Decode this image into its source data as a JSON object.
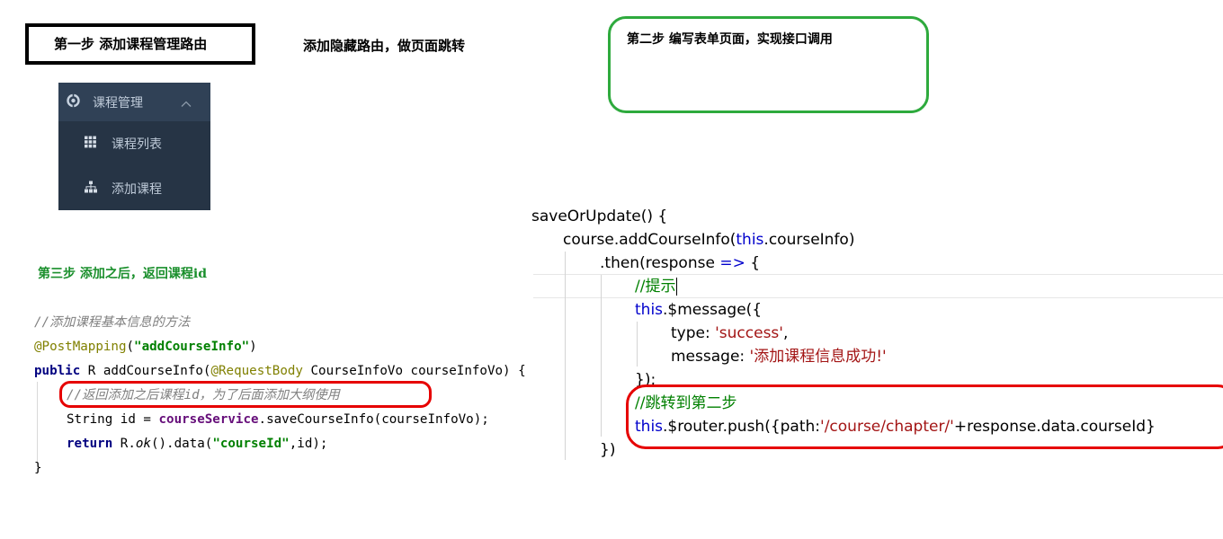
{
  "annotations": {
    "step1": "第一步 添加课程管理路由",
    "step1_note": "添加隐藏路由，做页面跳转",
    "step2": "第二步 编写表单页面，实现接口调用",
    "step3": "第三步 添加之后，返回课程id"
  },
  "menu": {
    "header": {
      "label": "课程管理",
      "icon": "course-nav-icon",
      "expand_icon": "chevron-up-icon"
    },
    "items": [
      {
        "label": "课程列表",
        "icon": "table-icon"
      },
      {
        "label": "添加课程",
        "icon": "tree-icon"
      }
    ],
    "colors": {
      "bg": "#263445",
      "header_bg": "#304156",
      "text": "#bfcbd9"
    }
  },
  "java_code": {
    "comment1": "//添加课程基本信息的方法",
    "annotation": "@PostMapping",
    "mapping_open": "(",
    "mapping_value": "\"addCourseInfo\"",
    "mapping_close": ")",
    "sig_kw": "public",
    "sig_mid": " R addCourseInfo(",
    "sig_anno": "@RequestBody",
    "sig_end": " CourseInfoVo courseInfoVo) {",
    "comment2": "//返回添加之后课程id，为了后面添加大纲使用",
    "line_a_pre": "String id = ",
    "line_a_field": "courseService",
    "line_a_post": ".saveCourseInfo(courseInfoVo);",
    "line_b_kw": "return",
    "line_b_pre": " R.",
    "line_b_static": "ok",
    "line_b_mid": "().data(",
    "line_b_str": "\"courseId\"",
    "line_b_end": ",id);",
    "close": "}"
  },
  "js_code": {
    "l1": "saveOrUpdate() {",
    "l2_pre": "course.addCourseInfo(",
    "l2_kw": "this",
    "l2_post": ".courseInfo)",
    "l3_pre": ".then(response ",
    "l3_arrow": "=>",
    "l3_post": " {",
    "l4": "//提示",
    "l5_kw": "this",
    "l5_post": ".$message({",
    "l6_pre": "type: ",
    "l6_str": "'success'",
    "l6_post": ",",
    "l7_pre": "message: ",
    "l7_str": "'添加课程信息成功!'",
    "l8": "});",
    "l9": "//跳转到第二步",
    "l10_kw": "this",
    "l10_pre": ".$router.push({path:",
    "l10_str": "'/course/chapter/'",
    "l10_post": "+response.data.courseId}",
    "l11": "})"
  },
  "colors": {
    "red_highlight": "#e60000",
    "green_box": "#2eaa3d",
    "step3_text": "#1a8f2c"
  }
}
